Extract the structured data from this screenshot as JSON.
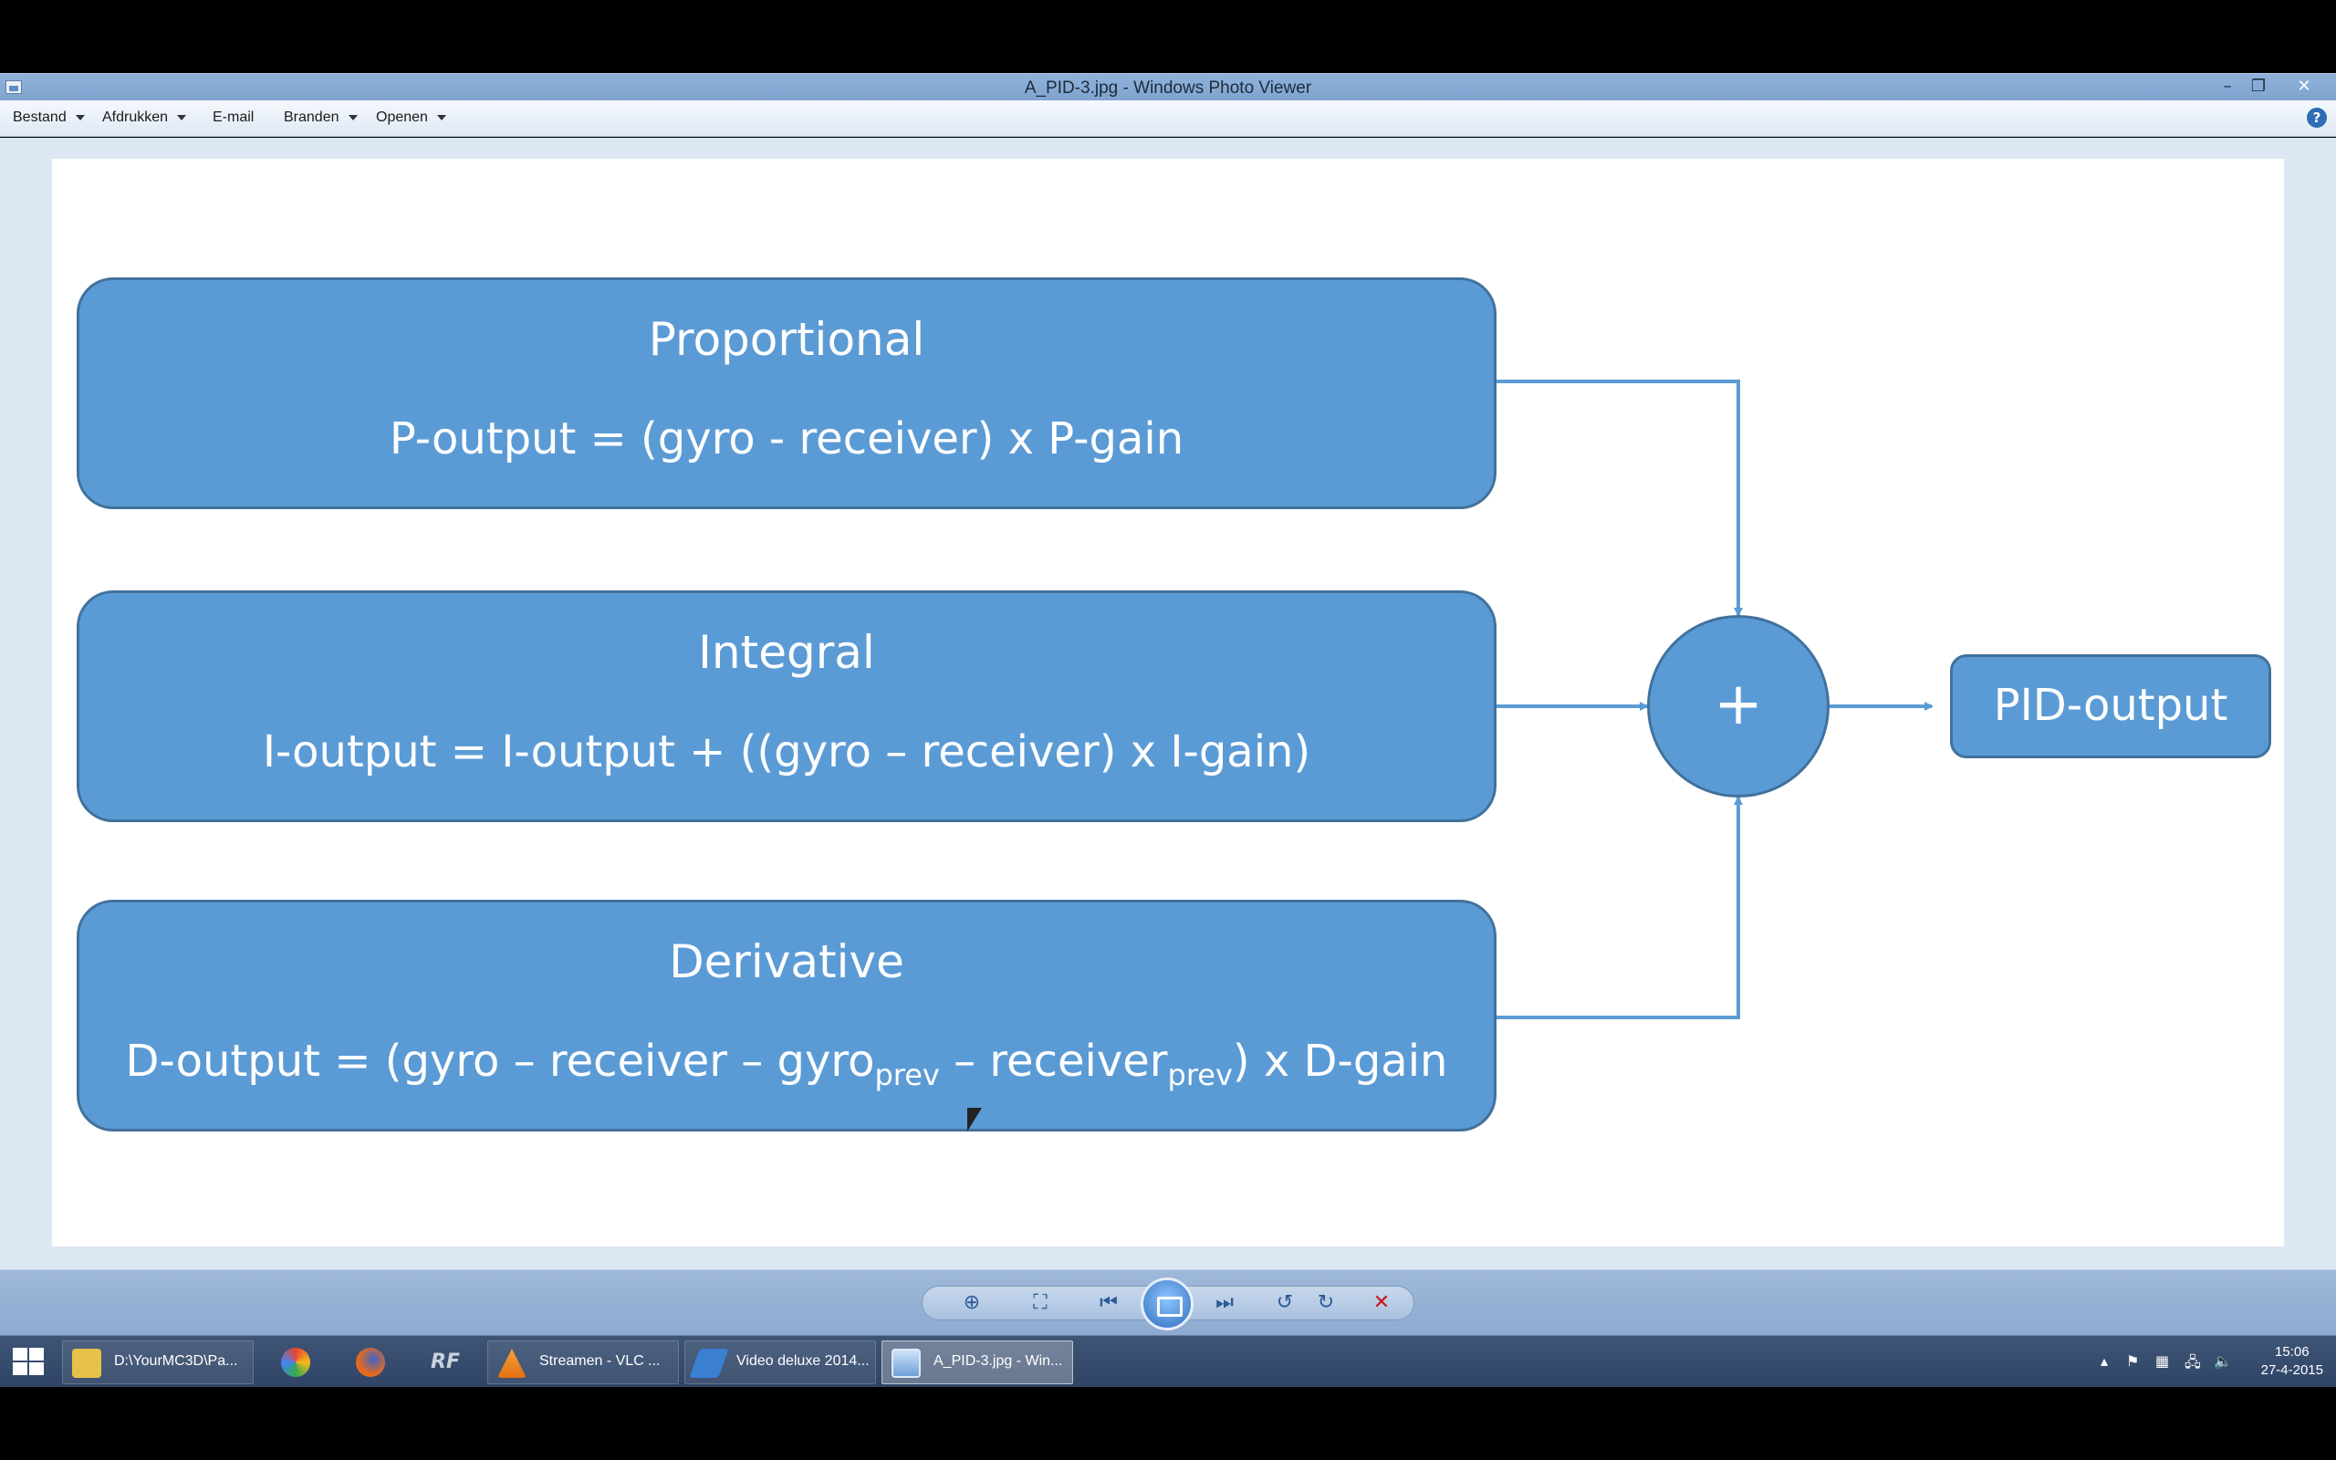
{
  "window": {
    "title": "A_PID-3.jpg - Windows Photo Viewer",
    "controls": {
      "minimize": "–",
      "restore": "❐",
      "close": "✕"
    }
  },
  "menu": {
    "items": [
      "Bestand",
      "Afdrukken",
      "E-mail",
      "Branden",
      "Openen"
    ],
    "help_icon": "?"
  },
  "diagram": {
    "proportional": {
      "heading": "Proportional",
      "formula": "P-output = (gyro - receiver) x P-gain"
    },
    "integral": {
      "heading": "Integral",
      "formula": "I-output = I-output + ((gyro – receiver) x I-gain)"
    },
    "derivative": {
      "heading": "Derivative",
      "formula_start": "D-output = (gyro – receiver – gyro",
      "sub1": "prev",
      "formula_mid": " – receiver",
      "sub2": "prev",
      "formula_end": ") x D-gain"
    },
    "sum_symbol": "+",
    "output_label": "PID-output",
    "colors": {
      "box_fill": "#5b9bd5",
      "box_border": "#41719c",
      "connector": "#5b9bd5"
    }
  },
  "viewer_toolbar": {
    "zoom_icon": "⊕",
    "fit_icon": "⛶",
    "previous_icon": "⏮",
    "next_icon": "⏭",
    "rotate_ccw_icon": "↺",
    "rotate_cw_icon": "↻",
    "delete_icon": "✕"
  },
  "taskbar": {
    "tasks": [
      {
        "label": "D:\\YourMC3D\\Pa...",
        "icon_color": "#e8c14a"
      },
      {
        "label": "",
        "icon_color": "#d9d9d9"
      },
      {
        "label": "",
        "icon_color": "#e66a1d"
      },
      {
        "label": "",
        "icon_color": "#b7c1cc"
      },
      {
        "label": "Streamen - VLC ...",
        "icon_color": "#f08a1c"
      },
      {
        "label": "Video deluxe 2014...",
        "icon_color": "#3a7fd0"
      },
      {
        "label": "A_PID-3.jpg - Win...",
        "icon_color": "#8cb6e6"
      }
    ],
    "tray_icons": [
      "▴",
      "⚑",
      "▦",
      "🖧",
      "🔈"
    ],
    "clock": {
      "time": "15:06",
      "date": "27-4-2015"
    }
  }
}
